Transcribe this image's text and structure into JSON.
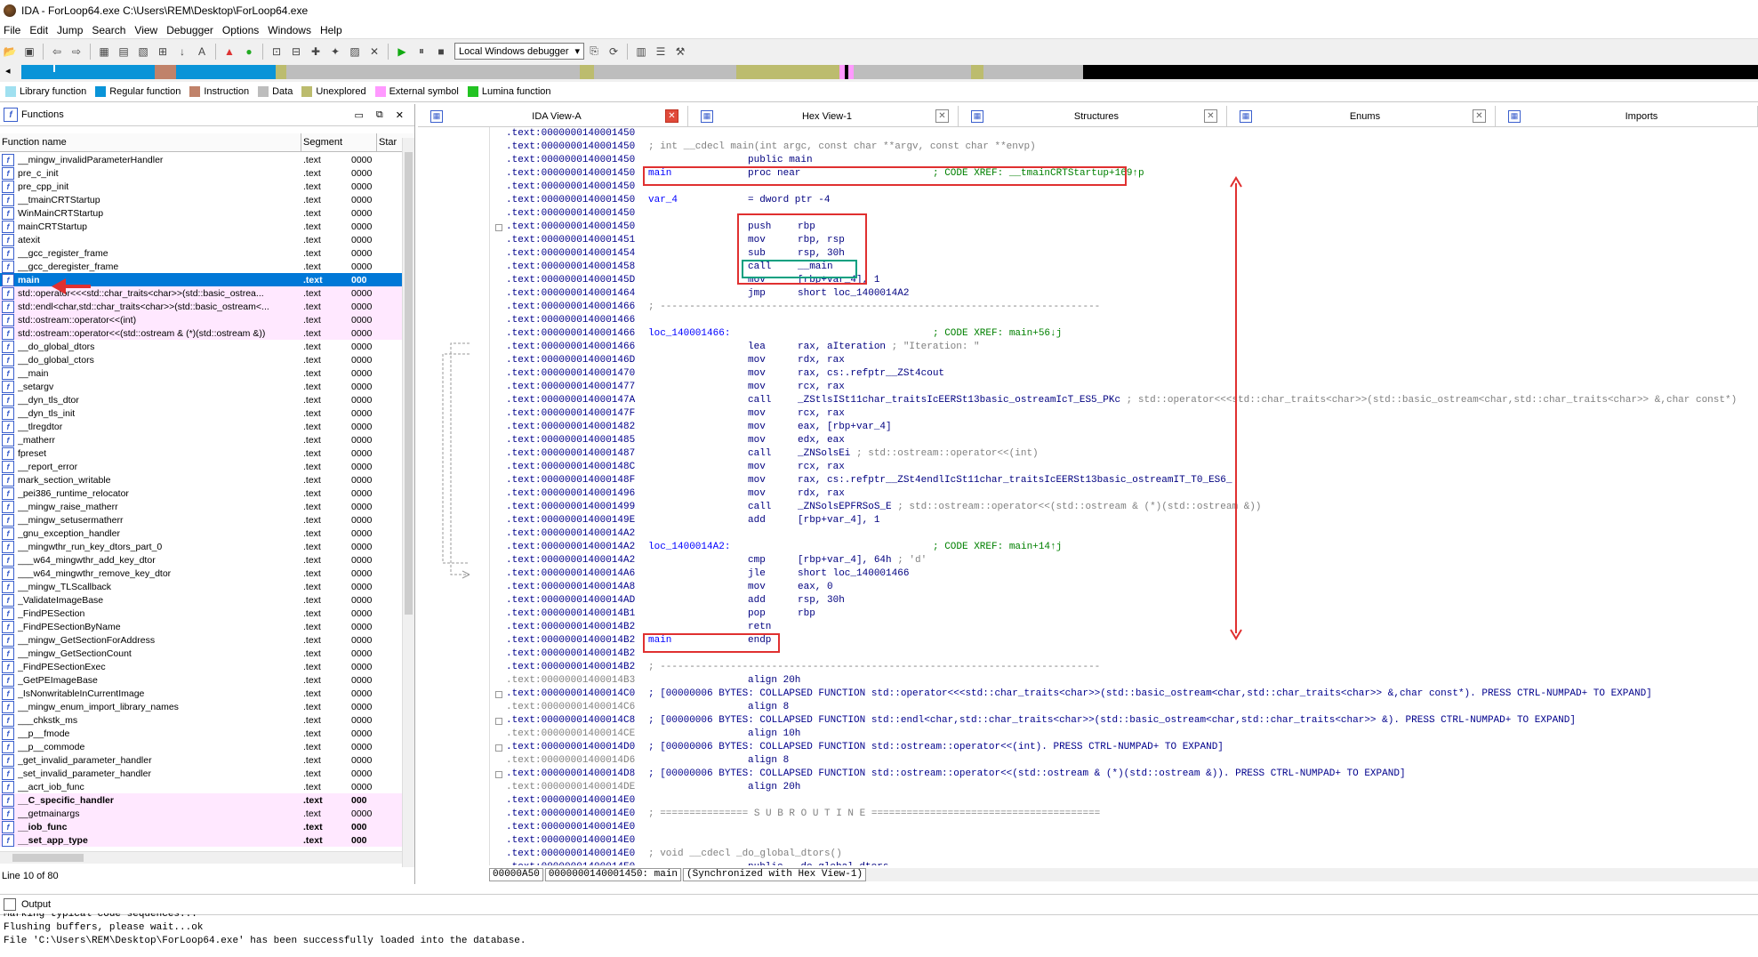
{
  "window": {
    "title": "IDA - ForLoop64.exe C:\\Users\\REM\\Desktop\\ForLoop64.exe"
  },
  "menu": [
    "File",
    "Edit",
    "Jump",
    "Search",
    "View",
    "Debugger",
    "Options",
    "Windows",
    "Help"
  ],
  "toolbar": {
    "debugger": "Local Windows debugger"
  },
  "legend": [
    {
      "label": "Library function",
      "color": "#a0e0f0"
    },
    {
      "label": "Regular function",
      "color": "#0a94d8"
    },
    {
      "label": "Instruction",
      "color": "#c0826a"
    },
    {
      "label": "Data",
      "color": "#bdbdbd"
    },
    {
      "label": "Unexplored",
      "color": "#bcbc6e"
    },
    {
      "label": "External symbol",
      "color": "#ff99ff"
    },
    {
      "label": "Lumina function",
      "color": "#22c322"
    }
  ],
  "functions_panel": {
    "title": "Functions",
    "columns": [
      "Function name",
      "Segment",
      "Star"
    ],
    "status": "Line 10 of 80",
    "rows": [
      {
        "name": "__mingw_invalidParameterHandler",
        "seg": ".text",
        "start": "0000",
        "kind": "normal"
      },
      {
        "name": "pre_c_init",
        "seg": ".text",
        "start": "0000",
        "kind": "normal"
      },
      {
        "name": "pre_cpp_init",
        "seg": ".text",
        "start": "0000",
        "kind": "normal"
      },
      {
        "name": "__tmainCRTStartup",
        "seg": ".text",
        "start": "0000",
        "kind": "normal"
      },
      {
        "name": "WinMainCRTStartup",
        "seg": ".text",
        "start": "0000",
        "kind": "normal"
      },
      {
        "name": "mainCRTStartup",
        "seg": ".text",
        "start": "0000",
        "kind": "normal"
      },
      {
        "name": "atexit",
        "seg": ".text",
        "start": "0000",
        "kind": "normal"
      },
      {
        "name": "__gcc_register_frame",
        "seg": ".text",
        "start": "0000",
        "kind": "normal"
      },
      {
        "name": "__gcc_deregister_frame",
        "seg": ".text",
        "start": "0000",
        "kind": "normal"
      },
      {
        "name": "main",
        "seg": ".text",
        "start": "000",
        "kind": "sel"
      },
      {
        "name": "std::operator<<<std::char_traits<char>>(std::basic_ostrea...",
        "seg": ".text",
        "start": "0000",
        "kind": "ext"
      },
      {
        "name": "std::endl<char,std::char_traits<char>>(std::basic_ostream<...",
        "seg": ".text",
        "start": "0000",
        "kind": "ext"
      },
      {
        "name": "std::ostream::operator<<(int)",
        "seg": ".text",
        "start": "0000",
        "kind": "ext"
      },
      {
        "name": "std::ostream::operator<<(std::ostream & (*)(std::ostream &))",
        "seg": ".text",
        "start": "0000",
        "kind": "ext"
      },
      {
        "name": "__do_global_dtors",
        "seg": ".text",
        "start": "0000",
        "kind": "normal"
      },
      {
        "name": "__do_global_ctors",
        "seg": ".text",
        "start": "0000",
        "kind": "normal"
      },
      {
        "name": "__main",
        "seg": ".text",
        "start": "0000",
        "kind": "normal"
      },
      {
        "name": "_setargv",
        "seg": ".text",
        "start": "0000",
        "kind": "normal"
      },
      {
        "name": "__dyn_tls_dtor",
        "seg": ".text",
        "start": "0000",
        "kind": "normal"
      },
      {
        "name": "__dyn_tls_init",
        "seg": ".text",
        "start": "0000",
        "kind": "normal"
      },
      {
        "name": "__tlregdtor",
        "seg": ".text",
        "start": "0000",
        "kind": "normal"
      },
      {
        "name": "_matherr",
        "seg": ".text",
        "start": "0000",
        "kind": "normal"
      },
      {
        "name": "fpreset",
        "seg": ".text",
        "start": "0000",
        "kind": "normal"
      },
      {
        "name": "__report_error",
        "seg": ".text",
        "start": "0000",
        "kind": "normal"
      },
      {
        "name": "mark_section_writable",
        "seg": ".text",
        "start": "0000",
        "kind": "normal"
      },
      {
        "name": "_pei386_runtime_relocator",
        "seg": ".text",
        "start": "0000",
        "kind": "normal"
      },
      {
        "name": "__mingw_raise_matherr",
        "seg": ".text",
        "start": "0000",
        "kind": "normal"
      },
      {
        "name": "__mingw_setusermatherr",
        "seg": ".text",
        "start": "0000",
        "kind": "normal"
      },
      {
        "name": "_gnu_exception_handler",
        "seg": ".text",
        "start": "0000",
        "kind": "normal"
      },
      {
        "name": "__mingwthr_run_key_dtors_part_0",
        "seg": ".text",
        "start": "0000",
        "kind": "normal"
      },
      {
        "name": "___w64_mingwthr_add_key_dtor",
        "seg": ".text",
        "start": "0000",
        "kind": "normal"
      },
      {
        "name": "___w64_mingwthr_remove_key_dtor",
        "seg": ".text",
        "start": "0000",
        "kind": "normal"
      },
      {
        "name": "__mingw_TLScallback",
        "seg": ".text",
        "start": "0000",
        "kind": "normal"
      },
      {
        "name": "_ValidateImageBase",
        "seg": ".text",
        "start": "0000",
        "kind": "normal"
      },
      {
        "name": "_FindPESection",
        "seg": ".text",
        "start": "0000",
        "kind": "normal"
      },
      {
        "name": "_FindPESectionByName",
        "seg": ".text",
        "start": "0000",
        "kind": "normal"
      },
      {
        "name": "__mingw_GetSectionForAddress",
        "seg": ".text",
        "start": "0000",
        "kind": "normal"
      },
      {
        "name": "__mingw_GetSectionCount",
        "seg": ".text",
        "start": "0000",
        "kind": "normal"
      },
      {
        "name": "_FindPESectionExec",
        "seg": ".text",
        "start": "0000",
        "kind": "normal"
      },
      {
        "name": "_GetPEImageBase",
        "seg": ".text",
        "start": "0000",
        "kind": "normal"
      },
      {
        "name": "_IsNonwritableInCurrentImage",
        "seg": ".text",
        "start": "0000",
        "kind": "normal"
      },
      {
        "name": "__mingw_enum_import_library_names",
        "seg": ".text",
        "start": "0000",
        "kind": "normal"
      },
      {
        "name": "___chkstk_ms",
        "seg": ".text",
        "start": "0000",
        "kind": "normal"
      },
      {
        "name": "__p__fmode",
        "seg": ".text",
        "start": "0000",
        "kind": "normal"
      },
      {
        "name": "__p__commode",
        "seg": ".text",
        "start": "0000",
        "kind": "normal"
      },
      {
        "name": "_get_invalid_parameter_handler",
        "seg": ".text",
        "start": "0000",
        "kind": "normal"
      },
      {
        "name": "_set_invalid_parameter_handler",
        "seg": ".text",
        "start": "0000",
        "kind": "normal"
      },
      {
        "name": "__acrt_iob_func",
        "seg": ".text",
        "start": "0000",
        "kind": "normal"
      },
      {
        "name": "__C_specific_handler",
        "seg": ".text",
        "start": "000",
        "kind": "extbold"
      },
      {
        "name": "__getmainargs",
        "seg": ".text",
        "start": "0000",
        "kind": "ext"
      },
      {
        "name": "__iob_func",
        "seg": ".text",
        "start": "000",
        "kind": "extbold"
      },
      {
        "name": "__set_app_type",
        "seg": ".text",
        "start": "000",
        "kind": "extbold"
      }
    ]
  },
  "tabs": [
    {
      "label": "IDA View-A",
      "icon": "ida-view-icon",
      "active": true
    },
    {
      "label": "Hex View-1",
      "icon": "hex-view-icon",
      "active": false
    },
    {
      "label": "Structures",
      "icon": "structures-icon",
      "active": false
    },
    {
      "label": "Enums",
      "icon": "enums-icon",
      "active": false
    },
    {
      "label": "Imports",
      "icon": "imports-icon",
      "active": false
    }
  ],
  "disasm": [
    {
      "a": ".text:0000000140001450"
    },
    {
      "a": ".text:0000000140001450",
      "t": "; int __cdecl main(int argc, const char **argv, const char **envp)",
      "c": "cmt"
    },
    {
      "a": ".text:0000000140001450",
      "d": "public main"
    },
    {
      "a": ".text:0000000140001450",
      "l": "main",
      "m": "proc near",
      "x": "; CODE XREF: __tmainCRTStartup+169↑p"
    },
    {
      "a": ".text:0000000140001450"
    },
    {
      "a": ".text:0000000140001450",
      "l": "var_4",
      "m": "= dword ptr -4"
    },
    {
      "a": ".text:0000000140001450"
    },
    {
      "a": ".text:0000000140001450",
      "m": "push",
      "o": "rbp",
      "b": true
    },
    {
      "a": ".text:0000000140001451",
      "m": "mov",
      "o": "rbp, rsp"
    },
    {
      "a": ".text:0000000140001454",
      "m": "sub",
      "o": "rsp, 30h"
    },
    {
      "a": ".text:0000000140001458",
      "m": "call",
      "o": "__main"
    },
    {
      "a": ".text:000000014000145D",
      "m": "mov",
      "o": "[rbp+var_4], 1"
    },
    {
      "a": ".text:0000000140001464",
      "m": "jmp",
      "o": "short loc_1400014A2"
    },
    {
      "a": ".text:0000000140001466",
      "t": "; ---------------------------------------------------------------------------",
      "c": "cmt"
    },
    {
      "a": ".text:0000000140001466"
    },
    {
      "a": ".text:0000000140001466",
      "l": "loc_140001466:",
      "x": "; CODE XREF: main+56↓j"
    },
    {
      "a": ".text:0000000140001466",
      "m": "lea",
      "o": "rax, aIteration",
      "k": "; \"Iteration: \""
    },
    {
      "a": ".text:000000014000146D",
      "m": "mov",
      "o": "rdx, rax"
    },
    {
      "a": ".text:0000000140001470",
      "m": "mov",
      "o": "rax, cs:.refptr__ZSt4cout"
    },
    {
      "a": ".text:0000000140001477",
      "m": "mov",
      "o": "rcx, rax"
    },
    {
      "a": ".text:000000014000147A",
      "m": "call",
      "o": "_ZStlsISt11char_traitsIcEERSt13basic_ostreamIcT_ES5_PKc",
      "k": "; std::operator<<<std::char_traits<char>>(std::basic_ostream<char,std::char_traits<char>> &,char const*)"
    },
    {
      "a": ".text:000000014000147F",
      "m": "mov",
      "o": "rcx, rax"
    },
    {
      "a": ".text:0000000140001482",
      "m": "mov",
      "o": "eax, [rbp+var_4]"
    },
    {
      "a": ".text:0000000140001485",
      "m": "mov",
      "o": "edx, eax"
    },
    {
      "a": ".text:0000000140001487",
      "m": "call",
      "o": "_ZNSolsEi",
      "k": "; std::ostream::operator<<(int)"
    },
    {
      "a": ".text:000000014000148C",
      "m": "mov",
      "o": "rcx, rax"
    },
    {
      "a": ".text:000000014000148F",
      "m": "mov",
      "o": "rax, cs:.refptr__ZSt4endlIcSt11char_traitsIcEERSt13basic_ostreamIT_T0_ES6_"
    },
    {
      "a": ".text:0000000140001496",
      "m": "mov",
      "o": "rdx, rax"
    },
    {
      "a": ".text:0000000140001499",
      "m": "call",
      "o": "_ZNSolsEPFRSoS_E",
      "k": "; std::ostream::operator<<(std::ostream & (*)(std::ostream &))"
    },
    {
      "a": ".text:000000014000149E",
      "m": "add",
      "o": "[rbp+var_4], 1"
    },
    {
      "a": ".text:00000001400014A2"
    },
    {
      "a": ".text:00000001400014A2",
      "l": "loc_1400014A2:",
      "x": "; CODE XREF: main+14↑j"
    },
    {
      "a": ".text:00000001400014A2",
      "m": "cmp",
      "o": "[rbp+var_4], 64h",
      "k": "; 'd'"
    },
    {
      "a": ".text:00000001400014A6",
      "m": "jle",
      "o": "short loc_140001466"
    },
    {
      "a": ".text:00000001400014A8",
      "m": "mov",
      "o": "eax, 0"
    },
    {
      "a": ".text:00000001400014AD",
      "m": "add",
      "o": "rsp, 30h"
    },
    {
      "a": ".text:00000001400014B1",
      "m": "pop",
      "o": "rbp"
    },
    {
      "a": ".text:00000001400014B2",
      "m": "retn"
    },
    {
      "a": ".text:00000001400014B2",
      "l": "main",
      "m": "endp"
    },
    {
      "a": ".text:00000001400014B2"
    },
    {
      "a": ".text:00000001400014B2",
      "t": "; ---------------------------------------------------------------------------",
      "c": "cmt"
    },
    {
      "a": ".text:00000001400014B3",
      "m": "align 20h",
      "g": true
    },
    {
      "a": ".text:00000001400014C0",
      "t": "; [00000006 BYTES: COLLAPSED FUNCTION std::operator<<<std::char_traits<char>>(std::basic_ostream<char,std::char_traits<char>> &,char const*). PRESS CTRL-NUMPAD+ TO EXPAND]",
      "c": "blue",
      "b": true
    },
    {
      "a": ".text:00000001400014C6",
      "m": "align 8",
      "g": true
    },
    {
      "a": ".text:00000001400014C8",
      "t": "; [00000006 BYTES: COLLAPSED FUNCTION std::endl<char,std::char_traits<char>>(std::basic_ostream<char,std::char_traits<char>> &). PRESS CTRL-NUMPAD+ TO EXPAND]",
      "c": "blue",
      "b": true
    },
    {
      "a": ".text:00000001400014CE",
      "m": "align 10h",
      "g": true
    },
    {
      "a": ".text:00000001400014D0",
      "t": "; [00000006 BYTES: COLLAPSED FUNCTION std::ostream::operator<<(int). PRESS CTRL-NUMPAD+ TO EXPAND]",
      "c": "blue",
      "b": true
    },
    {
      "a": ".text:00000001400014D6",
      "m": "align 8",
      "g": true
    },
    {
      "a": ".text:00000001400014D8",
      "t": "; [00000006 BYTES: COLLAPSED FUNCTION std::ostream::operator<<(std::ostream & (*)(std::ostream &)). PRESS CTRL-NUMPAD+ TO EXPAND]",
      "c": "blue",
      "b": true
    },
    {
      "a": ".text:00000001400014DE",
      "m": "align 20h",
      "g": true
    },
    {
      "a": ".text:00000001400014E0"
    },
    {
      "a": ".text:00000001400014E0",
      "t": "; =============== S U B R O U T I N E =======================================",
      "c": "cmt"
    },
    {
      "a": ".text:00000001400014E0"
    },
    {
      "a": ".text:00000001400014E0"
    },
    {
      "a": ".text:00000001400014E0",
      "t": "; void __cdecl _do_global_dtors()",
      "c": "cmt"
    },
    {
      "a": ".text:00000001400014E0",
      "d": "public __do_global_dtors"
    }
  ],
  "sync_bar": [
    "00000A50",
    "0000000140001450: main",
    "(Synchronized with Hex View-1)"
  ],
  "output": {
    "title": "Output",
    "lines": [
      "Marking typical code sequences...",
      "Flushing buffers, please wait...ok",
      "File 'C:\\Users\\REM\\Desktop\\ForLoop64.exe' has been successfully loaded into the database."
    ]
  }
}
